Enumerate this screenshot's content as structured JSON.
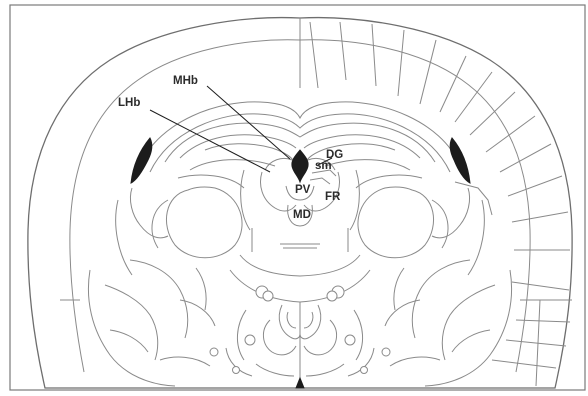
{
  "figure": {
    "labels": {
      "mhb": "MHb",
      "lhb": "LHb",
      "dg": "DG",
      "sm": "sm",
      "pv": "PV",
      "fr": "FR",
      "md": "MD"
    },
    "colors": {
      "outline": "#8a8a8a",
      "dark_fill": "#1c1c1c",
      "frame": "#7a7a7a",
      "label": "#2b2b2b"
    }
  }
}
